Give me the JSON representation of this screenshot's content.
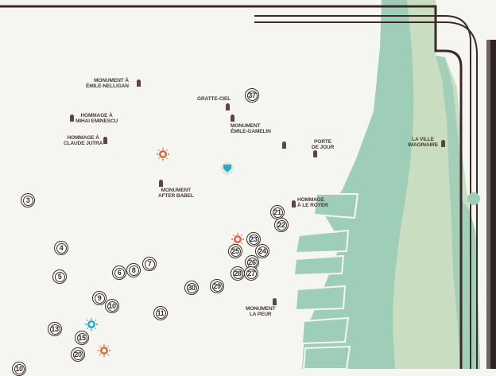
{
  "colors": {
    "background": "#f5f6f2",
    "water": "#9ecdb8",
    "water_dark": "#7fbaa3",
    "land": "#c9ddc0",
    "frame": "#3b2a27",
    "sun_marker": "#d9683c",
    "blue_marker": "#2aa7c9",
    "label_text": "#4a3a35"
  },
  "places": [
    {
      "name": "monument-emile-nelligan",
      "lines": [
        "MONUMENT À",
        "ÉMILE-NELLIGAN"
      ]
    },
    {
      "name": "gratte-ciel",
      "lines": [
        "GRATTE-CIEL"
      ]
    },
    {
      "name": "hommage-mihai-eminescu",
      "lines": [
        "HOMMAGE À",
        "MIHAI EMINESCU"
      ]
    },
    {
      "name": "monument-emile-gamelin",
      "lines": [
        "MONUMENT",
        "ÉMILE-GAMELIN"
      ]
    },
    {
      "name": "hommage-claude-jutra",
      "lines": [
        "HOMMAGE À",
        "CLAUDE JUTRA"
      ]
    },
    {
      "name": "porte-de-jour",
      "lines": [
        "PORTE",
        "DE JOUR"
      ]
    },
    {
      "name": "la-ville-imaginaire",
      "lines": [
        "LA VILLE",
        "IMAGINAIRE"
      ]
    },
    {
      "name": "monument-after-babel",
      "lines": [
        "MONUMENT",
        "AFTER BABEL"
      ]
    },
    {
      "name": "hommage-a-le-royer",
      "lines": [
        "HOMMAGE",
        "À LE ROYER"
      ]
    },
    {
      "name": "monument-la-peur",
      "lines": [
        "MONUMENT",
        "LA PEUR"
      ]
    }
  ],
  "markers": [
    "37",
    "3",
    "21",
    "22",
    "4",
    "23",
    "25",
    "24",
    "7",
    "26",
    "8",
    "6",
    "5",
    "28",
    "27",
    "30",
    "29",
    "9",
    "10",
    "11",
    "13",
    "15",
    "20",
    "10"
  ]
}
